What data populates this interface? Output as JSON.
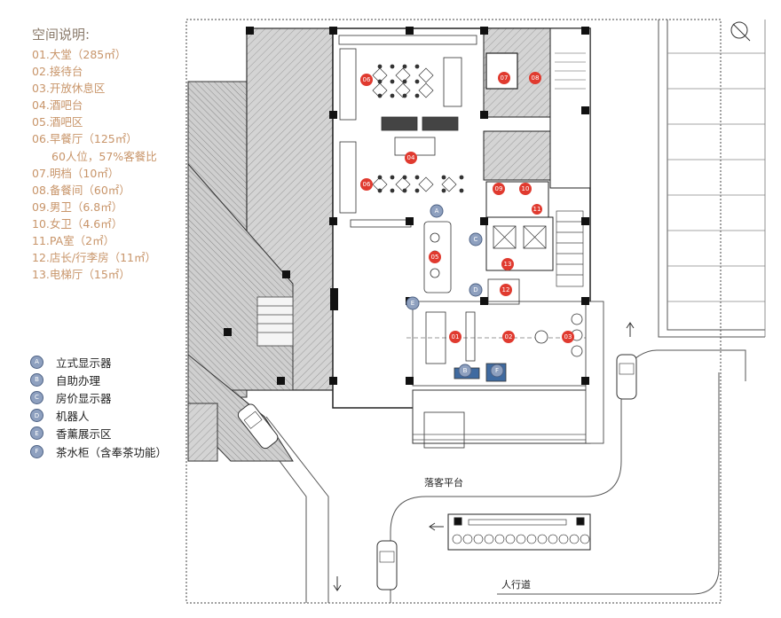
{
  "legend": {
    "title": "空间说明:",
    "spaces": [
      "01.大堂（285㎡）",
      "02.接待台",
      "03.开放休息区",
      "04.酒吧台",
      "05.酒吧区",
      "06.早餐厅（125㎡）",
      "60人位，57%客餐比",
      "07.明档（10㎡）",
      "08.备餐间（60㎡）",
      "09.男卫（6.8㎡）",
      "10.女卫（4.6㎡）",
      "11.PA室（2㎡）",
      "12.店长/行李房（11㎡）",
      "13.电梯厅（15㎡）"
    ],
    "devices": [
      {
        "letter": "A",
        "label": "立式显示器"
      },
      {
        "letter": "B",
        "label": "自助办理"
      },
      {
        "letter": "C",
        "label": "房价显示器"
      },
      {
        "letter": "D",
        "label": "机器人"
      },
      {
        "letter": "E",
        "label": "香薰展示区"
      },
      {
        "letter": "F",
        "label": "茶水柜（含奉茶功能）"
      }
    ]
  },
  "plan": {
    "drop_off_label": "落客平台",
    "sidewalk_label": "人行道",
    "space_markers": [
      "01",
      "02",
      "03",
      "04",
      "05",
      "06",
      "07",
      "08",
      "09",
      "10",
      "11",
      "12",
      "13"
    ],
    "device_markers": [
      "A",
      "B",
      "C",
      "D",
      "E",
      "F"
    ]
  },
  "colors": {
    "space_marker": "#e03a2f",
    "device_marker": "#8ea0bf",
    "legend_text": "#c8956a",
    "hatch": "#9a9a9a",
    "wall": "#1a1a1a"
  }
}
